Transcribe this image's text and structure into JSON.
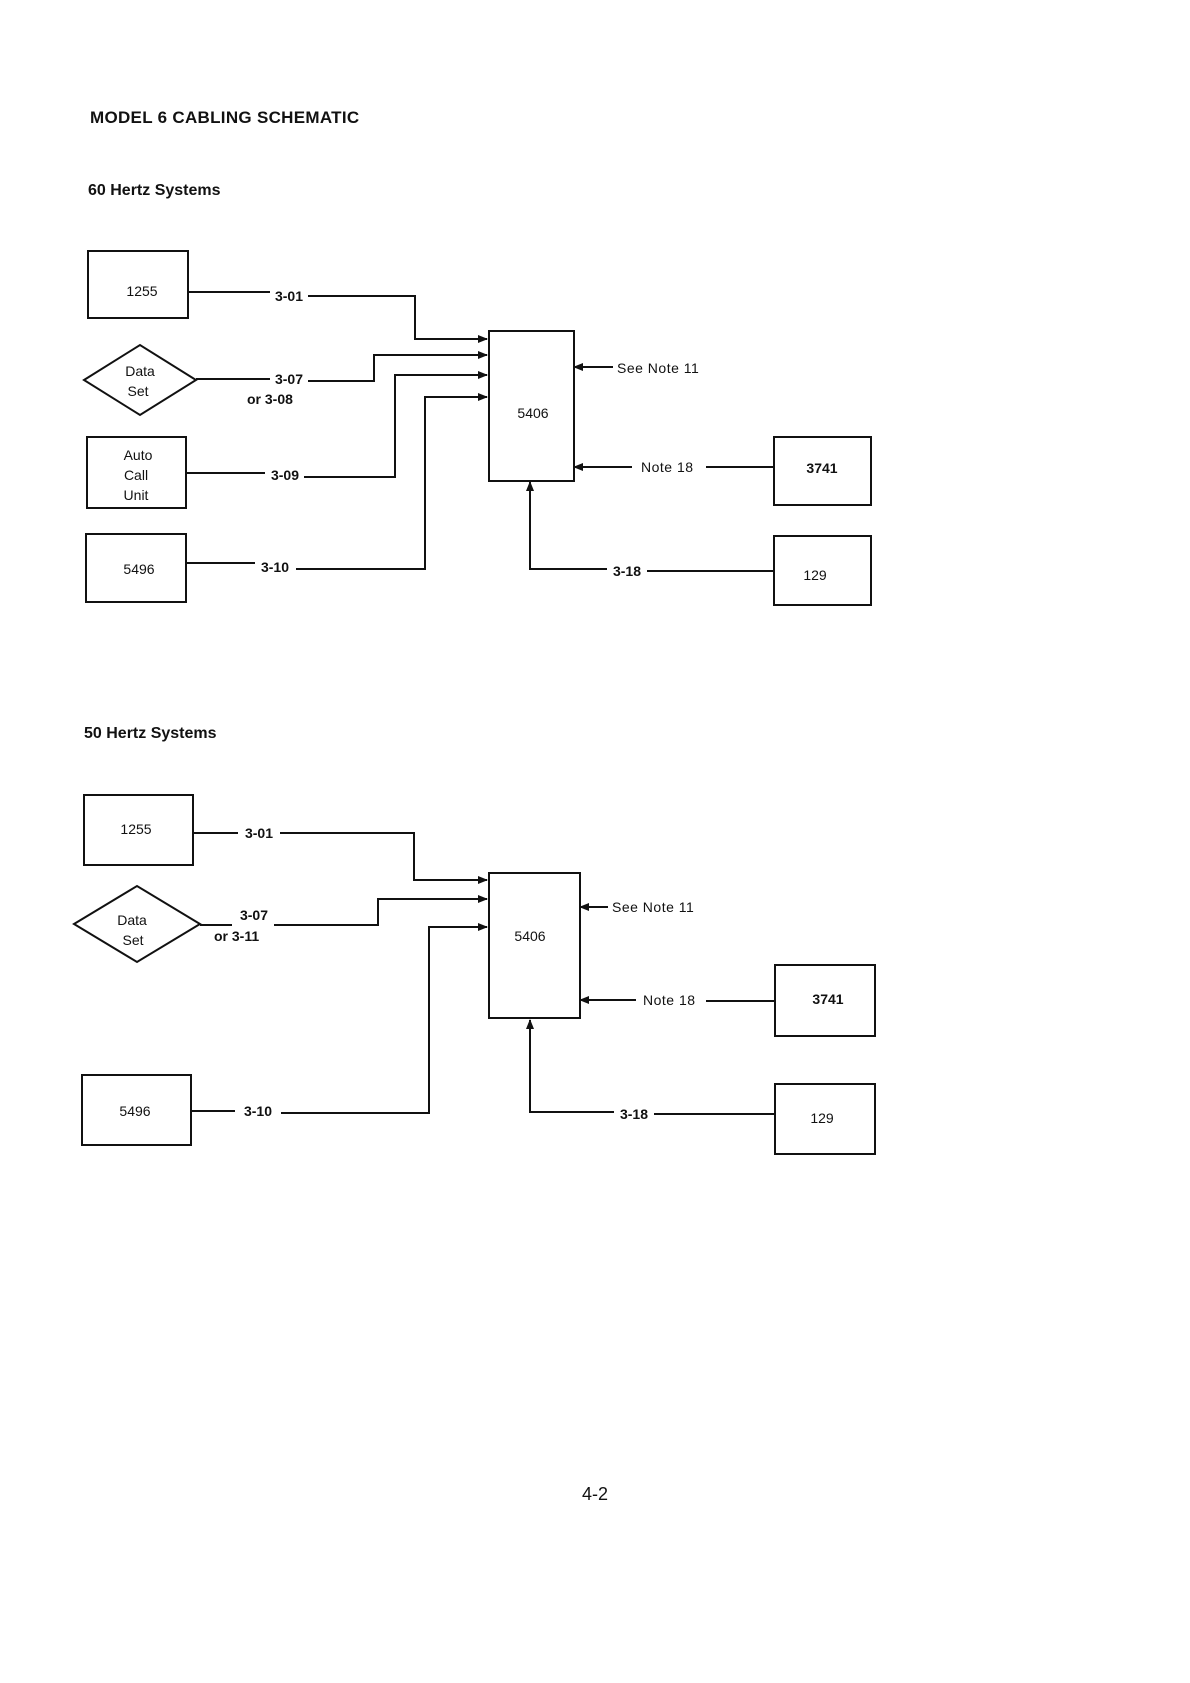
{
  "page": {
    "title": "MODEL 6 CABLING SCHEMATIC",
    "page_number": "4-2"
  },
  "sections": [
    {
      "title": "60 Hertz Systems",
      "nodes": {
        "tape": "1255",
        "dataset_line1": "Data",
        "dataset_line2": "Set",
        "acu_line1": "Auto",
        "acu_line2": "Call",
        "acu_line3": "Unit",
        "mfcu": "5496",
        "main": "5406",
        "station": "3741",
        "punch": "129"
      },
      "cables": {
        "tape": "3-01",
        "dataset": "3-07",
        "dataset_alt": "or  3-08",
        "acu": "3-09",
        "mfcu": "3-10",
        "punch": "3-18"
      },
      "notes": {
        "main": "See Note 11",
        "station": "Note 18"
      }
    },
    {
      "title": "50 Hertz Systems",
      "nodes": {
        "tape": "1255",
        "dataset_line1": "Data",
        "dataset_line2": "Set",
        "mfcu": "5496",
        "main": "5406",
        "station": "3741",
        "punch": "129"
      },
      "cables": {
        "tape": "3-01",
        "dataset": "3-07",
        "dataset_alt": "or  3-11",
        "mfcu": "3-10",
        "punch": "3-18"
      },
      "notes": {
        "main": "See Note 11",
        "station": "Note 18"
      }
    }
  ]
}
